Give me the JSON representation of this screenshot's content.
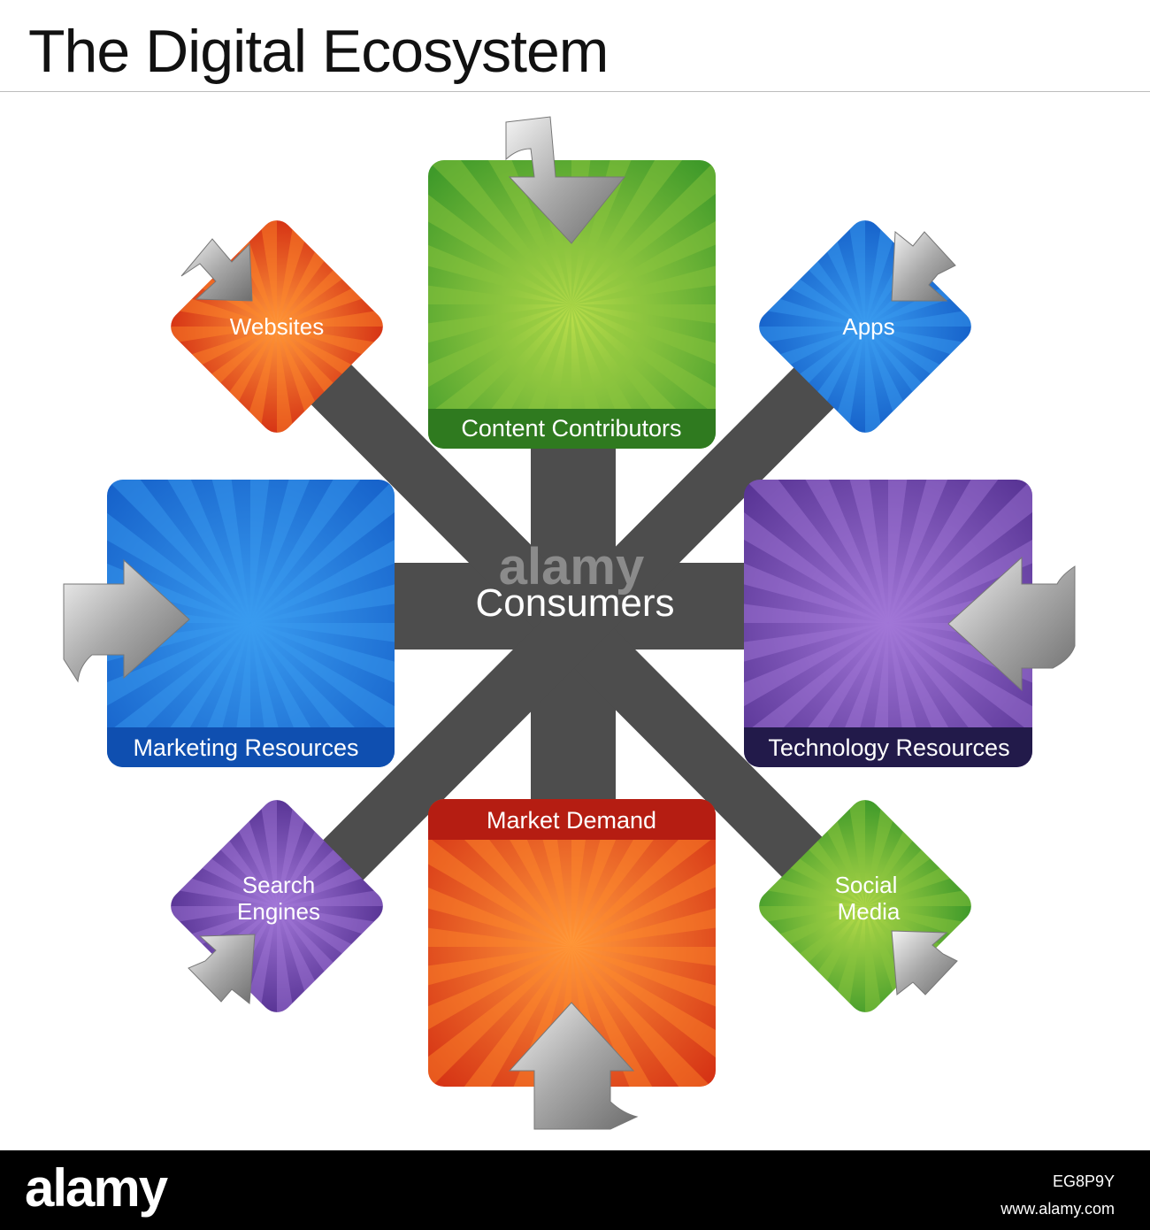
{
  "title": "The Digital Ecosystem",
  "center": {
    "label": "Consumers"
  },
  "nodes": {
    "content_contributors": {
      "label": "Content Contributors",
      "color": "#5aa82e"
    },
    "market_demand": {
      "label": "Market Demand",
      "color": "#e2461b"
    },
    "marketing_resources": {
      "label": "Marketing Resources",
      "color": "#1e7ad8"
    },
    "technology_resources": {
      "label": "Technology Resources",
      "color": "#7b4fb3"
    },
    "websites": {
      "label": "Websites",
      "color": "#e2461b"
    },
    "apps": {
      "label": "Apps",
      "color": "#1e7ad8"
    },
    "search_engines": {
      "label_line1": "Search",
      "label_line2": "Engines",
      "color": "#7b4fb3"
    },
    "social_media": {
      "label_line1": "Social",
      "label_line2": "Media",
      "color": "#5aa82e"
    }
  },
  "watermark": "alamy",
  "footer": {
    "brand": "alamy",
    "image_id": "EG8P9Y",
    "url": "www.alamy.com"
  }
}
